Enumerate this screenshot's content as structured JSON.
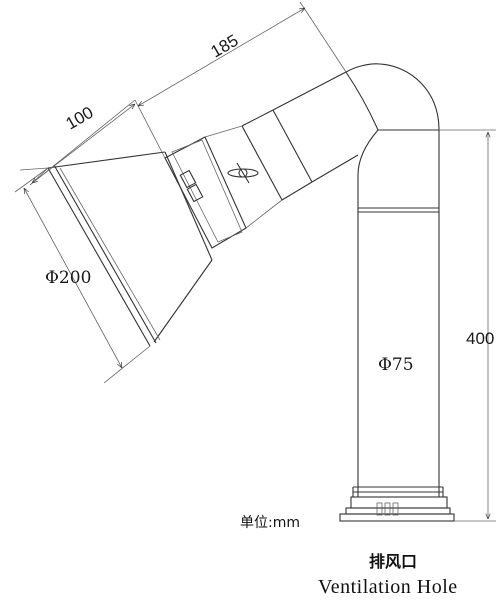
{
  "dimensions": {
    "length_185": "185",
    "length_100": "100",
    "diameter_200": "Φ200",
    "diameter_75": "Φ75",
    "height_400": "400"
  },
  "unit_label": "单位:mm",
  "caption": {
    "chinese": "排风口",
    "english": "Ventilation Hole"
  }
}
